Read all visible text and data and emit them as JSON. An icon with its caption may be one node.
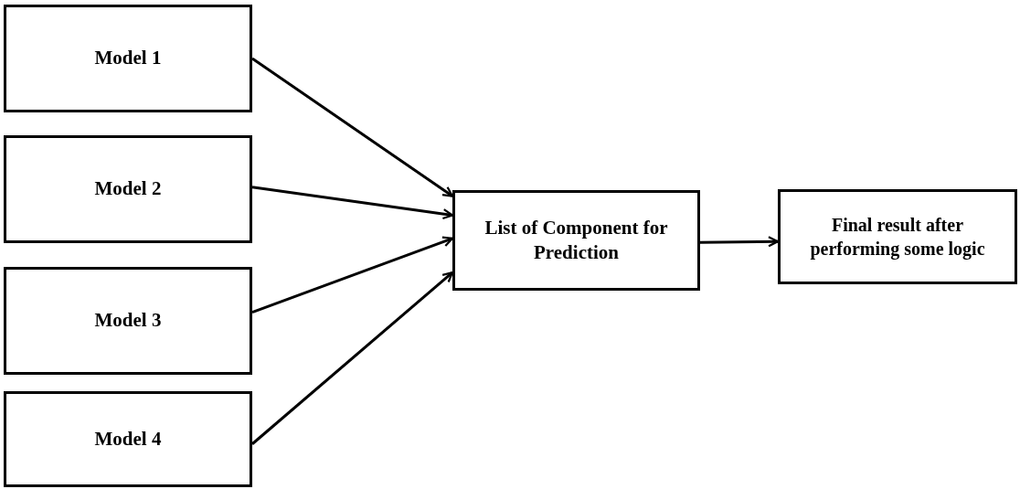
{
  "diagram": {
    "nodes": [
      {
        "text": [
          "Model 1"
        ]
      },
      {
        "text": [
          "Model 2"
        ]
      },
      {
        "text": [
          "Model 3"
        ]
      },
      {
        "text": [
          "Model 4"
        ]
      },
      {
        "text": [
          "List of Component for Prediction"
        ]
      },
      {
        "text": [
          "Final result after performing some logic"
        ]
      }
    ],
    "edges": [
      {
        "from": 0,
        "to": 4,
        "arrow": "to"
      },
      {
        "from": 1,
        "to": 4,
        "arrow": "to"
      },
      {
        "from": 2,
        "to": 4,
        "arrow": "to"
      },
      {
        "from": 3,
        "to": 4,
        "arrow": "to"
      },
      {
        "from": 4,
        "to": 5,
        "arrow": "to"
      }
    ]
  }
}
